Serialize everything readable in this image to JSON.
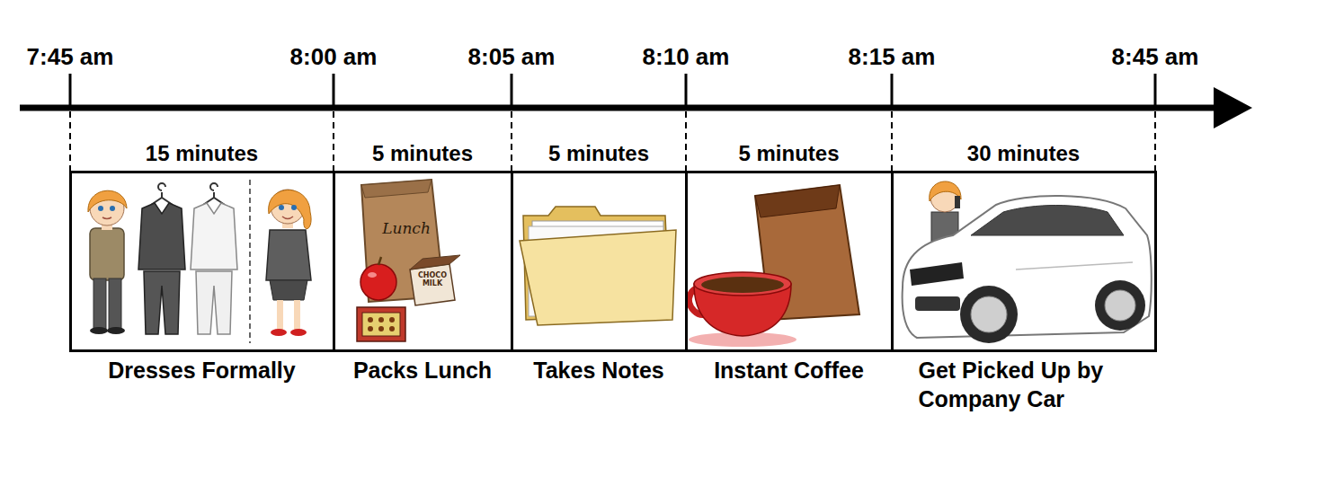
{
  "diagram": {
    "nodes": [
      {
        "text": [
          "15 minutes",
          "Dresses Formally"
        ]
      },
      {
        "text": [
          "5 minutes",
          "Packs Lunch"
        ]
      },
      {
        "text": [
          "5 minutes",
          "Takes Notes"
        ]
      },
      {
        "text": [
          "5 minutes",
          "Instant Coffee"
        ]
      },
      {
        "text": [
          "30 minutes",
          "Get Picked Up by Company Car"
        ]
      }
    ],
    "labels": [
      "7:45 am",
      "8:00 am",
      "8:05 am",
      "8:10 am",
      "8:15 am",
      "8:45 am",
      "Lunch",
      "CHOCO MILK"
    ]
  }
}
